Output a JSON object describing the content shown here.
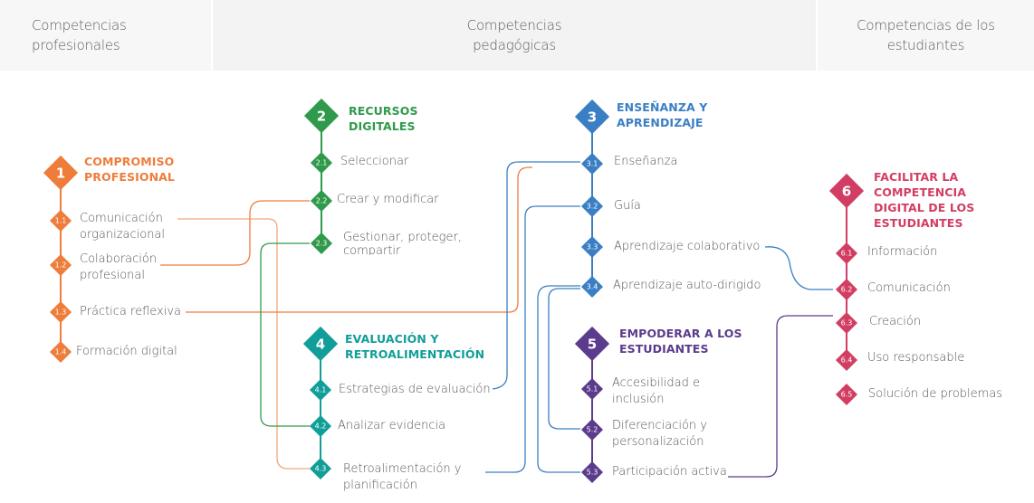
{
  "headers": {
    "professional": [
      "Competencias",
      "profesionales"
    ],
    "pedagogical": [
      "Competencias",
      "pedagógicas"
    ],
    "students": [
      "Competencias de los",
      "estudiantes"
    ]
  },
  "colors": {
    "area1": "#ee7d3b",
    "area2": "#2f9a4b",
    "area3": "#3a7fc4",
    "area4": "#129e98",
    "area5": "#5b3b8c",
    "area6": "#d23e63"
  },
  "areas": [
    {
      "number": "1",
      "title": [
        "COMPROMISO",
        "PROFESIONAL"
      ],
      "items": [
        {
          "code": "1.1",
          "label": [
            "Comunicación",
            "organizacional"
          ]
        },
        {
          "code": "1.2",
          "label": [
            "Colaboración",
            "profesional"
          ]
        },
        {
          "code": "1.3",
          "label": [
            "Práctica reflexiva"
          ]
        },
        {
          "code": "1.4",
          "label": [
            "Formación digital"
          ]
        }
      ]
    },
    {
      "number": "2",
      "title": [
        "RECURSOS",
        "DIGITALES"
      ],
      "items": [
        {
          "code": "2.1",
          "label": [
            "Seleccionar"
          ]
        },
        {
          "code": "2.2",
          "label": [
            "Crear y modificar"
          ]
        },
        {
          "code": "2.3",
          "label": [
            "Gestionar, proteger,",
            "compartir"
          ]
        }
      ]
    },
    {
      "number": "3",
      "title": [
        "ENSEÑANZA Y",
        "APRENDIZAJE"
      ],
      "items": [
        {
          "code": "3.1",
          "label": [
            "Enseñanza"
          ]
        },
        {
          "code": "3.2",
          "label": [
            "Guía"
          ]
        },
        {
          "code": "3.3",
          "label": [
            "Aprendizaje colaborativo"
          ]
        },
        {
          "code": "3.4",
          "label": [
            "Aprendizaje auto-dirigido"
          ]
        }
      ]
    },
    {
      "number": "4",
      "title": [
        "EVALUACIÓN Y",
        "RETROALIMENTACIÓN"
      ],
      "items": [
        {
          "code": "4.1",
          "label": [
            "Estrategias de evaluación"
          ]
        },
        {
          "code": "4.2",
          "label": [
            "Analizar evidencia"
          ]
        },
        {
          "code": "4.3",
          "label": [
            "Retroalimentación y",
            "planificación"
          ]
        }
      ]
    },
    {
      "number": "5",
      "title": [
        "EMPODERAR A LOS",
        "ESTUDIANTES"
      ],
      "items": [
        {
          "code": "5.1",
          "label": [
            "Accesibilidad e",
            "inclusión"
          ]
        },
        {
          "code": "5.2",
          "label": [
            "Diferenciación y",
            "personalización"
          ]
        },
        {
          "code": "5.3",
          "label": [
            "Participación activa"
          ]
        }
      ]
    },
    {
      "number": "6",
      "title": [
        "FACILITAR LA",
        "COMPETENCIA",
        "DIGITAL DE LOS",
        "ESTUDIANTES"
      ],
      "items": [
        {
          "code": "6.1",
          "label": [
            "Información"
          ]
        },
        {
          "code": "6.2",
          "label": [
            "Comunicación"
          ]
        },
        {
          "code": "6.3",
          "label": [
            "Creación"
          ]
        },
        {
          "code": "6.4",
          "label": [
            "Uso responsable"
          ]
        },
        {
          "code": "6.5",
          "label": [
            "Solución de problemas"
          ]
        }
      ]
    }
  ],
  "connections": [
    {
      "from": "1.1",
      "to": "4.3",
      "color_key": "area1"
    },
    {
      "from": "1.2",
      "to": "2.2",
      "color_key": "area1"
    },
    {
      "from": "1.3",
      "to": "3.1",
      "color_key": "area1"
    },
    {
      "from": "2.3",
      "to": "4.2",
      "color_key": "area2"
    },
    {
      "from": "4.1",
      "to": "3.1",
      "color_key": "area3"
    },
    {
      "from": "4.3",
      "to": "3.2",
      "color_key": "area3"
    },
    {
      "from": "3.4",
      "to": "5.2",
      "color_key": "area3"
    },
    {
      "from": "3.4",
      "to": "5.3",
      "color_key": "area3"
    },
    {
      "from": "3.3",
      "to": "6.2",
      "color_key": "area3"
    },
    {
      "from": "5.3",
      "to": "6.3",
      "color_key": "area5"
    }
  ]
}
